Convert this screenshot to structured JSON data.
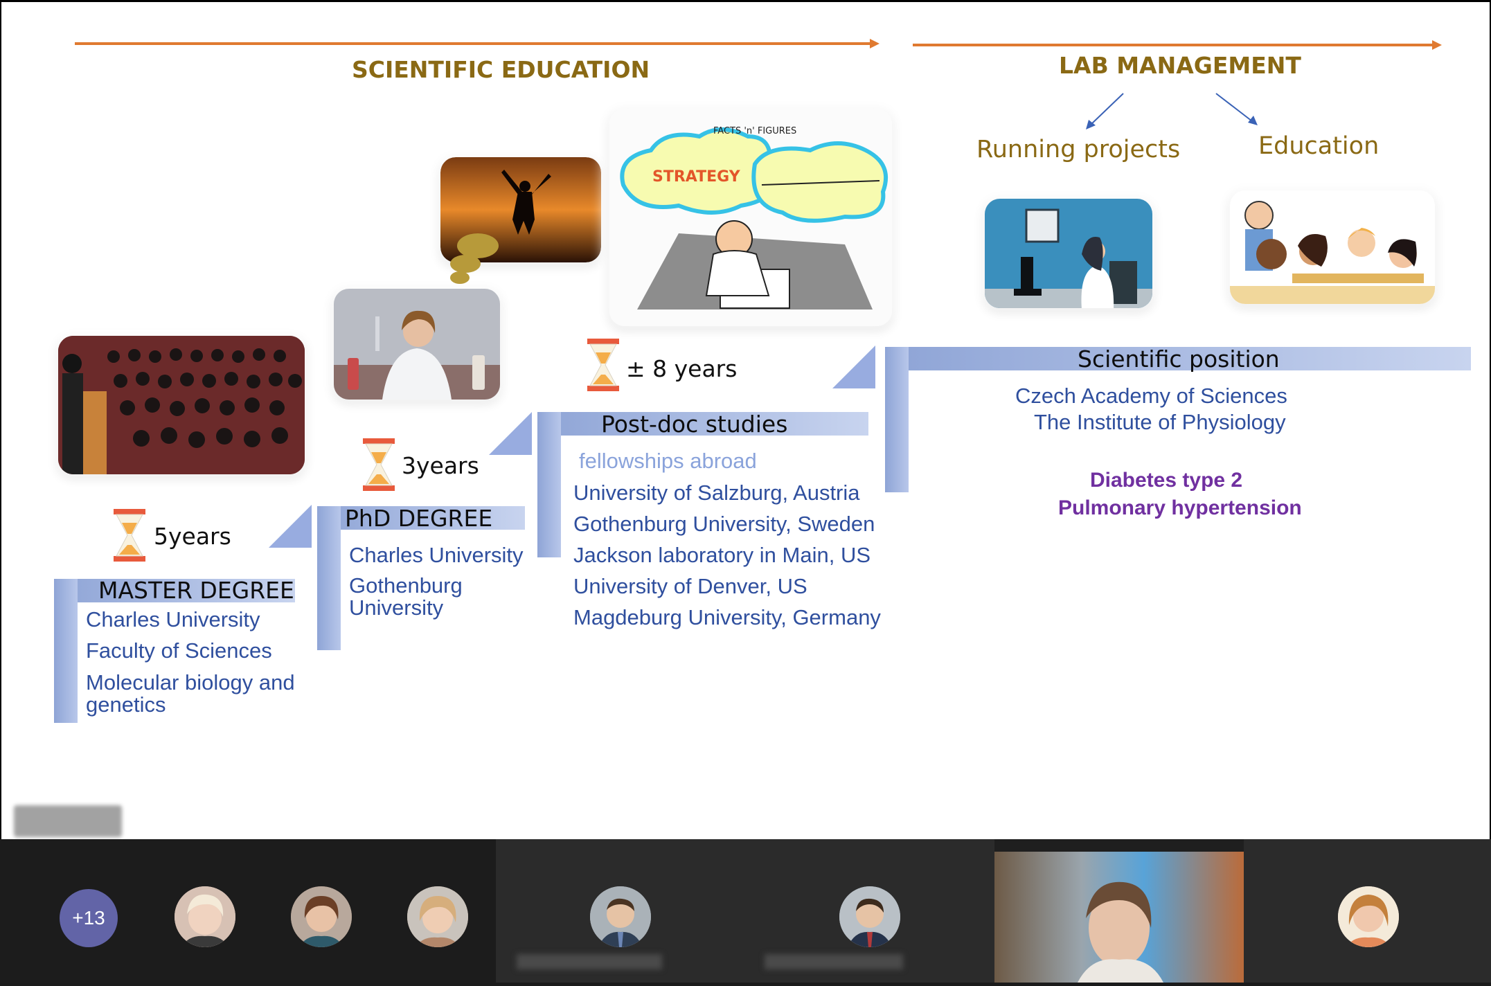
{
  "slide": {
    "sections": {
      "scientific_education": "SCIENTIFIC EDUCATION",
      "lab_management": "LAB MANAGEMENT"
    },
    "lab_branches": {
      "running_projects": "Running projects",
      "education": "Education"
    },
    "master": {
      "duration": "5years",
      "title": "MASTER DEGREE",
      "items": [
        "Charles University",
        "Faculty of Sciences",
        "Molecular biology and",
        "genetics"
      ]
    },
    "phd": {
      "duration": "3years",
      "title": "PhD DEGREE",
      "items": [
        "Charles University",
        "Gothenburg",
        "University"
      ]
    },
    "postdoc": {
      "duration": "± 8 years",
      "title": "Post-doc studies",
      "subtitle": "fellowships abroad",
      "items": [
        "University of Salzburg, Austria",
        "Gothenburg University, Sweden",
        "Jackson laboratory in Main, US",
        "University of Denver, US",
        "Magdeburg University, Germany"
      ]
    },
    "position": {
      "title": "Scientific position",
      "items": [
        "Czech Academy of Sciences",
        "The Institute of Physiology"
      ],
      "research": [
        "Diabetes type 2",
        "Pulmonary hypertension"
      ]
    },
    "strategy_image_text": [
      "FACTS 'n' FIGURES",
      "STRATEGY"
    ]
  },
  "meeting": {
    "overflow_count": "+13",
    "overflow_color": "#6264a7"
  }
}
